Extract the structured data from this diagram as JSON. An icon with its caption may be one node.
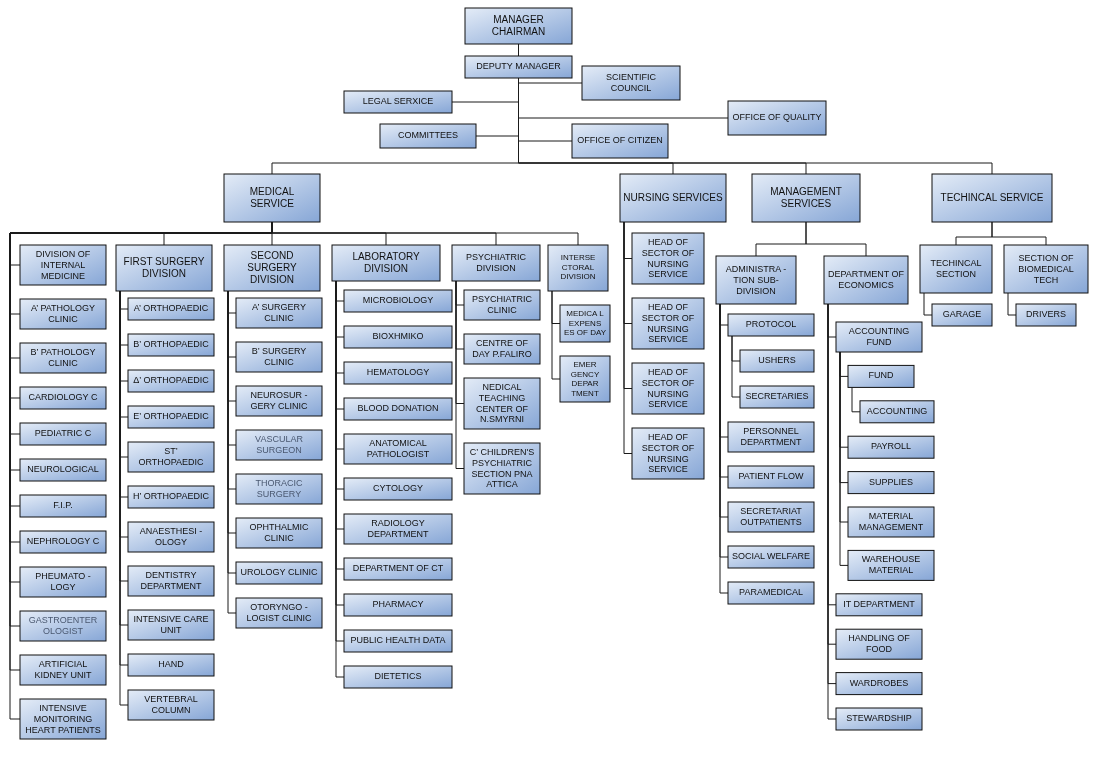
{
  "diagram": {
    "nodes": [
      {
        "text": [
          "MANAGER CHAIRMAN"
        ]
      },
      {
        "text": [
          "DEPUTY MANAGER"
        ]
      },
      {
        "text": [
          "SCIENTIFIC COUNCIL"
        ]
      },
      {
        "text": [
          "LEGAL SERXICE"
        ]
      },
      {
        "text": [
          "OFFICE OF QUALITY"
        ]
      },
      {
        "text": [
          "COMMITTEES"
        ]
      },
      {
        "text": [
          "OFFICE OF CITIZEN"
        ]
      },
      {
        "text": [
          "MEDICAL SERVICE"
        ]
      },
      {
        "text": [
          "NURSING SERVICES"
        ]
      },
      {
        "text": [
          "MANAGEMENT SERVICES"
        ]
      },
      {
        "text": [
          "TECHINCAL SERVICE"
        ]
      },
      {
        "text": [
          "DIVISION OF INTERNAL MEDICINE"
        ]
      },
      {
        "text": [
          "A’ PATHOLOGY CLINIC"
        ]
      },
      {
        "text": [
          "B’ PATHOLOGY CLINIC"
        ]
      },
      {
        "text": [
          "CARDIOLOGY C"
        ]
      },
      {
        "text": [
          "PEDIATRIC C"
        ]
      },
      {
        "text": [
          "NEUROLOGICAL"
        ]
      },
      {
        "text": [
          "F.I.P."
        ]
      },
      {
        "text": [
          "NEPHROLOGY C"
        ]
      },
      {
        "text": [
          "PHEUMATO - LOGY"
        ]
      },
      {
        "text": [
          "GASTROENTER OLOGIST"
        ]
      },
      {
        "text": [
          "ARTIFICIAL KIDNEY UNIT"
        ]
      },
      {
        "text": [
          "INTENSIVE MONITORING HEART PATIENTS"
        ]
      },
      {
        "text": [
          "FIRST SURGERY DIVISION"
        ]
      },
      {
        "text": [
          "A’ ORTHOPAEDIC"
        ]
      },
      {
        "text": [
          "B’ ORTHOPAEDIC"
        ]
      },
      {
        "text": [
          "Δ’ ORTHOPAEDIC"
        ]
      },
      {
        "text": [
          "E’ ORTHOPAEDIC"
        ]
      },
      {
        "text": [
          "ST’ ORTHOPAEDIC"
        ]
      },
      {
        "text": [
          "H’ ORTHOPAEDIC"
        ]
      },
      {
        "text": [
          "ANAESTHESI - OLOGY"
        ]
      },
      {
        "text": [
          "DENTISTRY DEPARTMENT"
        ]
      },
      {
        "text": [
          "INTENSIVE CARE UNIT"
        ]
      },
      {
        "text": [
          "HAND"
        ]
      },
      {
        "text": [
          "VERTEBRAL COLUMN"
        ]
      },
      {
        "text": [
          "SECOND SURGERY DIVISION"
        ]
      },
      {
        "text": [
          "A’ SURGERY CLINIC"
        ]
      },
      {
        "text": [
          "B’ SURGERY CLINIC"
        ]
      },
      {
        "text": [
          "NEUROSUR - GERY CLINIC"
        ]
      },
      {
        "text": [
          "VASCULAR SURGEON"
        ]
      },
      {
        "text": [
          "THORACIC SURGERY"
        ]
      },
      {
        "text": [
          "OPHTHALMIC CLINIC"
        ]
      },
      {
        "text": [
          "UROLOGY CLINIC"
        ]
      },
      {
        "text": [
          "OTORYNGO - LOGIST CLINIC"
        ]
      },
      {
        "text": [
          "LABORATORY DIVISION"
        ]
      },
      {
        "text": [
          "MICROBIOLOGY"
        ]
      },
      {
        "text": [
          "BIOXHMIKO"
        ]
      },
      {
        "text": [
          "HEMATOLOGY"
        ]
      },
      {
        "text": [
          "BLOOD DONATION"
        ]
      },
      {
        "text": [
          "ANATOMICAL PATHOLOGIST"
        ]
      },
      {
        "text": [
          "CYTOLOGY"
        ]
      },
      {
        "text": [
          "RADIOLOGY DEPARTMENT"
        ]
      },
      {
        "text": [
          "DEPARTMENT OF CT"
        ]
      },
      {
        "text": [
          "PHARMACY"
        ]
      },
      {
        "text": [
          "PUBLIC HEALTH DATA"
        ]
      },
      {
        "text": [
          "DIETETICS"
        ]
      },
      {
        "text": [
          "PSYCHIATRIC DIVISION"
        ]
      },
      {
        "text": [
          "PSYCHIATRIC CLINIC"
        ]
      },
      {
        "text": [
          "CENTRE OF DAY P.FALIRO"
        ]
      },
      {
        "text": [
          "NEDICAL TEACHING CENTER OF N.SMYRNI"
        ]
      },
      {
        "text": [
          "C’ CHILDREN'S PSYCHIATRIC SECTION PNA ATTICA"
        ]
      },
      {
        "text": [
          "INTERSE CTORAL DIVISION"
        ]
      },
      {
        "text": [
          "MEDICA L EXPENS ES OF DAY"
        ]
      },
      {
        "text": [
          "EMER GENCY DEPAR TMENT"
        ]
      },
      {
        "text": [
          "HEAD OF SECTOR OF NURSING SERVICE"
        ]
      },
      {
        "text": [
          "HEAD OF SECTOR OF NURSING SERVICE"
        ]
      },
      {
        "text": [
          "HEAD OF SECTOR OF NURSING SERVICE"
        ]
      },
      {
        "text": [
          "HEAD OF SECTOR OF NURSING SERVICE"
        ]
      },
      {
        "text": [
          "ADMINISTRA - TION SUB-DIVISION"
        ]
      },
      {
        "text": [
          "PROTOCOL"
        ]
      },
      {
        "text": [
          "USHERS"
        ]
      },
      {
        "text": [
          "SECRETARIES"
        ]
      },
      {
        "text": [
          "PERSONNEL DEPARTMENT"
        ]
      },
      {
        "text": [
          "PATIENT FLOW"
        ]
      },
      {
        "text": [
          "SECRETARIAT OUTPATIENTS"
        ]
      },
      {
        "text": [
          "SOCIAL WELFARE"
        ]
      },
      {
        "text": [
          "PARAMEDICAL"
        ]
      },
      {
        "text": [
          "DEPARTMENT OF ECONOMICS"
        ]
      },
      {
        "text": [
          "ACCOUNTING FUND"
        ]
      },
      {
        "text": [
          "FUND"
        ]
      },
      {
        "text": [
          "ACCOUNTING"
        ]
      },
      {
        "text": [
          "PAYROLL"
        ]
      },
      {
        "text": [
          "SUPPLIES"
        ]
      },
      {
        "text": [
          "MATERIAL MANAGEMENT"
        ]
      },
      {
        "text": [
          "WAREHOUSE MATERIAL"
        ]
      },
      {
        "text": [
          "IT DEPARTMENT"
        ]
      },
      {
        "text": [
          "HANDLING OF FOOD"
        ]
      },
      {
        "text": [
          "WARDROBES"
        ]
      },
      {
        "text": [
          "STEWARDSHIP"
        ]
      },
      {
        "text": [
          "TECHINCAL SECTION"
        ]
      },
      {
        "text": [
          "GARAGE"
        ]
      },
      {
        "text": [
          "SECTION OF BIOMEDICAL TECH"
        ]
      },
      {
        "text": [
          "DRIVERS"
        ]
      }
    ],
    "edges": [
      {
        "from": 0,
        "to": 1,
        "arrow": "none"
      },
      {
        "from": 1,
        "to": 2,
        "arrow": "none"
      },
      {
        "from": 1,
        "to": 3,
        "arrow": "none"
      },
      {
        "from": 1,
        "to": 4,
        "arrow": "none"
      },
      {
        "from": 1,
        "to": 5,
        "arrow": "none"
      },
      {
        "from": 1,
        "to": 6,
        "arrow": "none"
      },
      {
        "from": 1,
        "to": 7,
        "arrow": "none"
      },
      {
        "from": 1,
        "to": 8,
        "arrow": "none"
      },
      {
        "from": 1,
        "to": 9,
        "arrow": "none"
      },
      {
        "from": 1,
        "to": 10,
        "arrow": "none"
      },
      {
        "from": 7,
        "to": 11,
        "arrow": "none"
      },
      {
        "from": 7,
        "to": 12,
        "arrow": "none"
      },
      {
        "from": 7,
        "to": 13,
        "arrow": "none"
      },
      {
        "from": 7,
        "to": 14,
        "arrow": "none"
      },
      {
        "from": 7,
        "to": 15,
        "arrow": "none"
      },
      {
        "from": 7,
        "to": 16,
        "arrow": "none"
      },
      {
        "from": 7,
        "to": 17,
        "arrow": "none"
      },
      {
        "from": 7,
        "to": 18,
        "arrow": "none"
      },
      {
        "from": 7,
        "to": 19,
        "arrow": "none"
      },
      {
        "from": 7,
        "to": 20,
        "arrow": "none"
      },
      {
        "from": 7,
        "to": 21,
        "arrow": "none"
      },
      {
        "from": 7,
        "to": 22,
        "arrow": "none"
      },
      {
        "from": 7,
        "to": 23,
        "arrow": "none"
      },
      {
        "from": 23,
        "to": 24,
        "arrow": "none"
      },
      {
        "from": 23,
        "to": 25,
        "arrow": "none"
      },
      {
        "from": 23,
        "to": 26,
        "arrow": "none"
      },
      {
        "from": 23,
        "to": 27,
        "arrow": "none"
      },
      {
        "from": 23,
        "to": 28,
        "arrow": "none"
      },
      {
        "from": 23,
        "to": 29,
        "arrow": "none"
      },
      {
        "from": 23,
        "to": 30,
        "arrow": "none"
      },
      {
        "from": 23,
        "to": 31,
        "arrow": "none"
      },
      {
        "from": 23,
        "to": 32,
        "arrow": "none"
      },
      {
        "from": 23,
        "to": 33,
        "arrow": "none"
      },
      {
        "from": 23,
        "to": 34,
        "arrow": "none"
      },
      {
        "from": 7,
        "to": 35,
        "arrow": "none"
      },
      {
        "from": 35,
        "to": 36,
        "arrow": "none"
      },
      {
        "from": 35,
        "to": 37,
        "arrow": "none"
      },
      {
        "from": 35,
        "to": 38,
        "arrow": "none"
      },
      {
        "from": 35,
        "to": 39,
        "arrow": "none"
      },
      {
        "from": 35,
        "to": 40,
        "arrow": "none"
      },
      {
        "from": 35,
        "to": 41,
        "arrow": "none"
      },
      {
        "from": 35,
        "to": 42,
        "arrow": "none"
      },
      {
        "from": 35,
        "to": 43,
        "arrow": "none"
      },
      {
        "from": 7,
        "to": 44,
        "arrow": "none"
      },
      {
        "from": 44,
        "to": 45,
        "arrow": "none"
      },
      {
        "from": 44,
        "to": 46,
        "arrow": "none"
      },
      {
        "from": 44,
        "to": 47,
        "arrow": "none"
      },
      {
        "from": 44,
        "to": 48,
        "arrow": "none"
      },
      {
        "from": 44,
        "to": 49,
        "arrow": "none"
      },
      {
        "from": 44,
        "to": 50,
        "arrow": "none"
      },
      {
        "from": 44,
        "to": 51,
        "arrow": "none"
      },
      {
        "from": 44,
        "to": 52,
        "arrow": "none"
      },
      {
        "from": 44,
        "to": 53,
        "arrow": "none"
      },
      {
        "from": 44,
        "to": 54,
        "arrow": "none"
      },
      {
        "from": 44,
        "to": 55,
        "arrow": "none"
      },
      {
        "from": 7,
        "to": 56,
        "arrow": "none"
      },
      {
        "from": 56,
        "to": 57,
        "arrow": "none"
      },
      {
        "from": 56,
        "to": 58,
        "arrow": "none"
      },
      {
        "from": 56,
        "to": 59,
        "arrow": "none"
      },
      {
        "from": 56,
        "to": 60,
        "arrow": "none"
      },
      {
        "from": 7,
        "to": 61,
        "arrow": "none"
      },
      {
        "from": 61,
        "to": 62,
        "arrow": "none"
      },
      {
        "from": 61,
        "to": 63,
        "arrow": "none"
      },
      {
        "from": 8,
        "to": 64,
        "arrow": "none"
      },
      {
        "from": 8,
        "to": 65,
        "arrow": "none"
      },
      {
        "from": 8,
        "to": 66,
        "arrow": "none"
      },
      {
        "from": 8,
        "to": 67,
        "arrow": "none"
      },
      {
        "from": 9,
        "to": 68,
        "arrow": "none"
      },
      {
        "from": 68,
        "to": 69,
        "arrow": "none"
      },
      {
        "from": 69,
        "to": 70,
        "arrow": "none"
      },
      {
        "from": 69,
        "to": 71,
        "arrow": "none"
      },
      {
        "from": 68,
        "to": 72,
        "arrow": "none"
      },
      {
        "from": 68,
        "to": 73,
        "arrow": "none"
      },
      {
        "from": 68,
        "to": 74,
        "arrow": "none"
      },
      {
        "from": 68,
        "to": 75,
        "arrow": "none"
      },
      {
        "from": 68,
        "to": 76,
        "arrow": "none"
      },
      {
        "from": 9,
        "to": 77,
        "arrow": "none"
      },
      {
        "from": 77,
        "to": 78,
        "arrow": "none"
      },
      {
        "from": 78,
        "to": 79,
        "arrow": "none"
      },
      {
        "from": 79,
        "to": 80,
        "arrow": "none"
      },
      {
        "from": 78,
        "to": 81,
        "arrow": "none"
      },
      {
        "from": 78,
        "to": 82,
        "arrow": "none"
      },
      {
        "from": 78,
        "to": 83,
        "arrow": "none"
      },
      {
        "from": 78,
        "to": 84,
        "arrow": "none"
      },
      {
        "from": 77,
        "to": 85,
        "arrow": "none"
      },
      {
        "from": 77,
        "to": 86,
        "arrow": "none"
      },
      {
        "from": 77,
        "to": 87,
        "arrow": "none"
      },
      {
        "from": 77,
        "to": 88,
        "arrow": "none"
      },
      {
        "from": 10,
        "to": 89,
        "arrow": "none"
      },
      {
        "from": 89,
        "to": 90,
        "arrow": "none"
      },
      {
        "from": 10,
        "to": 91,
        "arrow": "none"
      },
      {
        "from": 91,
        "to": 92,
        "arrow": "none"
      }
    ]
  }
}
